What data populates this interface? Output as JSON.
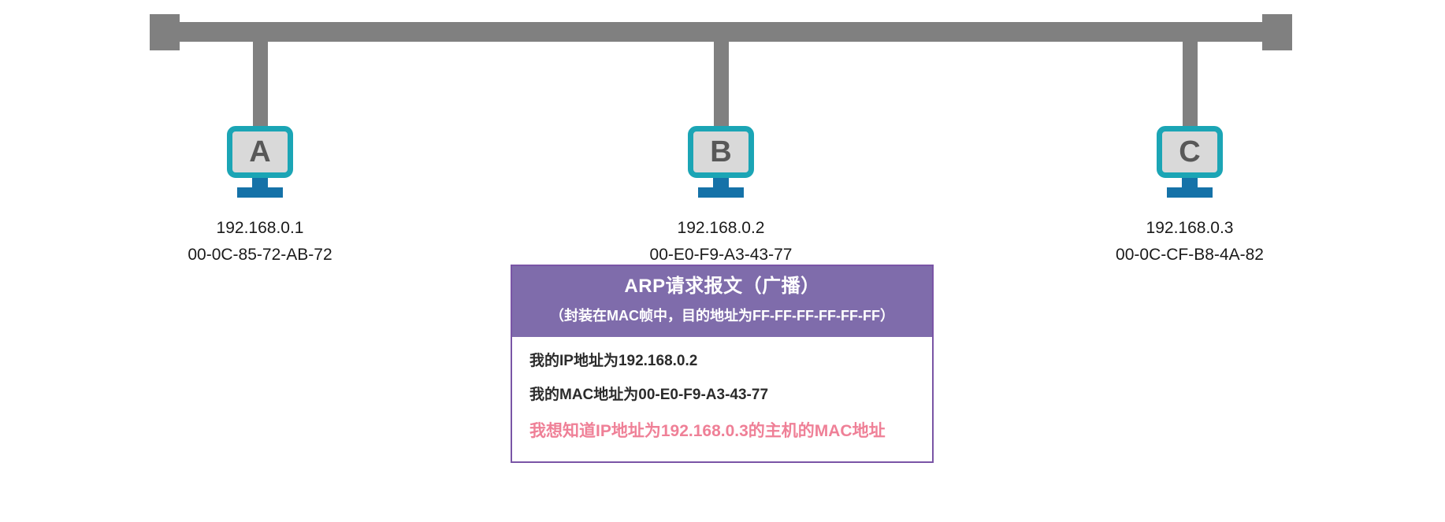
{
  "diagram": {
    "title": "ARP broadcast request on a shared bus network",
    "bus": {
      "label": "shared-ethernet-bus",
      "color": "#808080"
    },
    "colors": {
      "bus_gray": "#808080",
      "monitor_bezel_teal": "#1ba5b5",
      "monitor_screen_gray": "#d9d9d9",
      "monitor_letter_gray": "#585858",
      "stand_blue": "#1572a8",
      "panel_header_purple": "#7f6cab",
      "panel_border_purple": "#7a55a6",
      "highlight_pink": "#ef8097",
      "label_text": "#1a1a1a"
    }
  },
  "hosts": [
    {
      "name": "A",
      "ip": "192.168.0.1",
      "mac": "00-0C-85-72-AB-72"
    },
    {
      "name": "B",
      "ip": "192.168.0.2",
      "mac": "00-E0-F9-A3-43-77"
    },
    {
      "name": "C",
      "ip": "192.168.0.3",
      "mac": "00-0C-CF-B8-4A-82"
    }
  ],
  "arp_packet": {
    "title": "ARP请求报文（广播）",
    "subtitle": "（封装在MAC帧中，目的地址为FF-FF-FF-FF-FF-FF）",
    "lines": [
      "我的IP地址为192.168.0.2",
      "我的MAC地址为00-E0-F9-A3-43-77",
      "我想知道IP地址为192.168.0.3的主机的MAC地址"
    ]
  }
}
